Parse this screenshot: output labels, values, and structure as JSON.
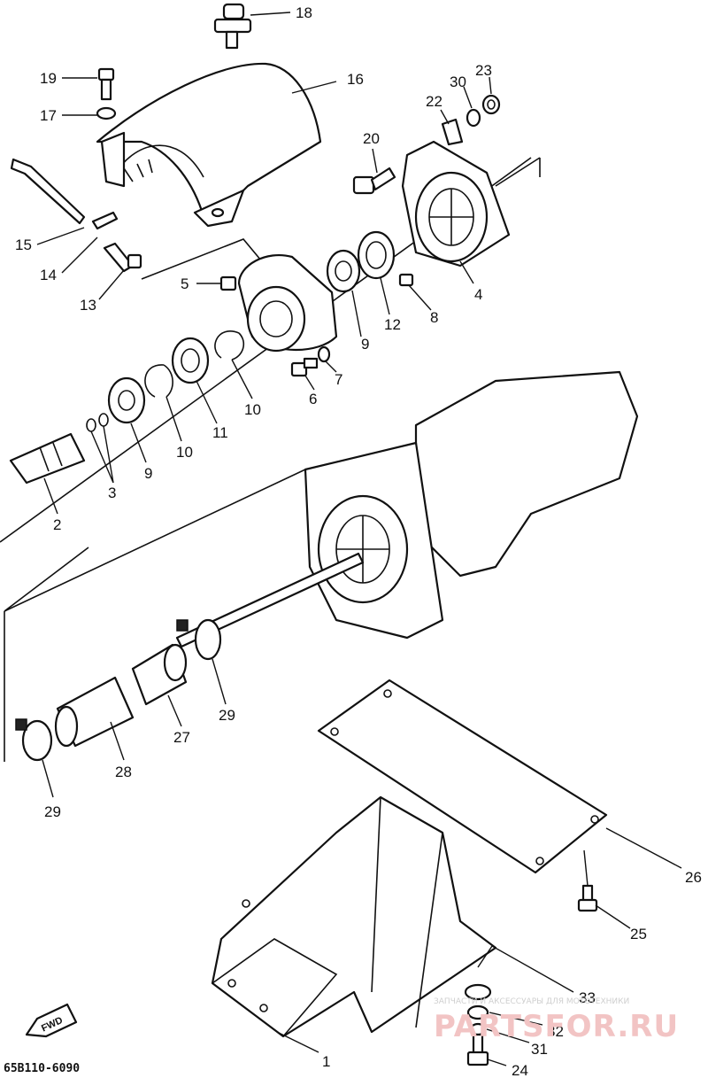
{
  "callouts": [
    {
      "id": "18",
      "text": "18"
    },
    {
      "id": "19",
      "text": "19"
    },
    {
      "id": "16",
      "text": "16"
    },
    {
      "id": "17",
      "text": "17"
    },
    {
      "id": "23",
      "text": "23"
    },
    {
      "id": "30",
      "text": "30"
    },
    {
      "id": "22",
      "text": "22"
    },
    {
      "id": "20",
      "text": "20"
    },
    {
      "id": "15",
      "text": "15"
    },
    {
      "id": "14",
      "text": "14"
    },
    {
      "id": "13",
      "text": "13"
    },
    {
      "id": "5",
      "text": "5"
    },
    {
      "id": "4",
      "text": "4"
    },
    {
      "id": "8",
      "text": "8"
    },
    {
      "id": "12",
      "text": "12"
    },
    {
      "id": "9a",
      "text": "9"
    },
    {
      "id": "7",
      "text": "7"
    },
    {
      "id": "6",
      "text": "6"
    },
    {
      "id": "10a",
      "text": "10"
    },
    {
      "id": "11",
      "text": "11"
    },
    {
      "id": "10b",
      "text": "10"
    },
    {
      "id": "9b",
      "text": "9"
    },
    {
      "id": "3",
      "text": "3"
    },
    {
      "id": "2",
      "text": "2"
    },
    {
      "id": "29a",
      "text": "29"
    },
    {
      "id": "27",
      "text": "27"
    },
    {
      "id": "28",
      "text": "28"
    },
    {
      "id": "29b",
      "text": "29"
    },
    {
      "id": "26",
      "text": "26"
    },
    {
      "id": "25",
      "text": "25"
    },
    {
      "id": "33",
      "text": "33"
    },
    {
      "id": "32",
      "text": "32"
    },
    {
      "id": "31",
      "text": "31"
    },
    {
      "id": "24",
      "text": "24"
    },
    {
      "id": "1",
      "text": "1"
    }
  ],
  "diagram_code": "65B110-6090",
  "fwd_label": "FWD",
  "watermark": {
    "small": "ЗАПЧАСТИ И АКСЕССУАРЫ ДЛЯ МОТОТЕХНИКИ",
    "big": "PARTSFOR.RU"
  }
}
